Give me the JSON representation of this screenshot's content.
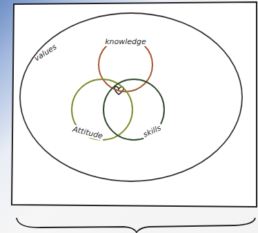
{
  "diagram": {
    "nodes": [
      {
        "text": [
          "values"
        ]
      },
      {
        "text": [
          "knowledge"
        ],
        "in": 0
      },
      {
        "text": [
          "Attitude"
        ],
        "in": 0
      },
      {
        "text": [
          "skills"
        ],
        "in": 0
      }
    ]
  }
}
